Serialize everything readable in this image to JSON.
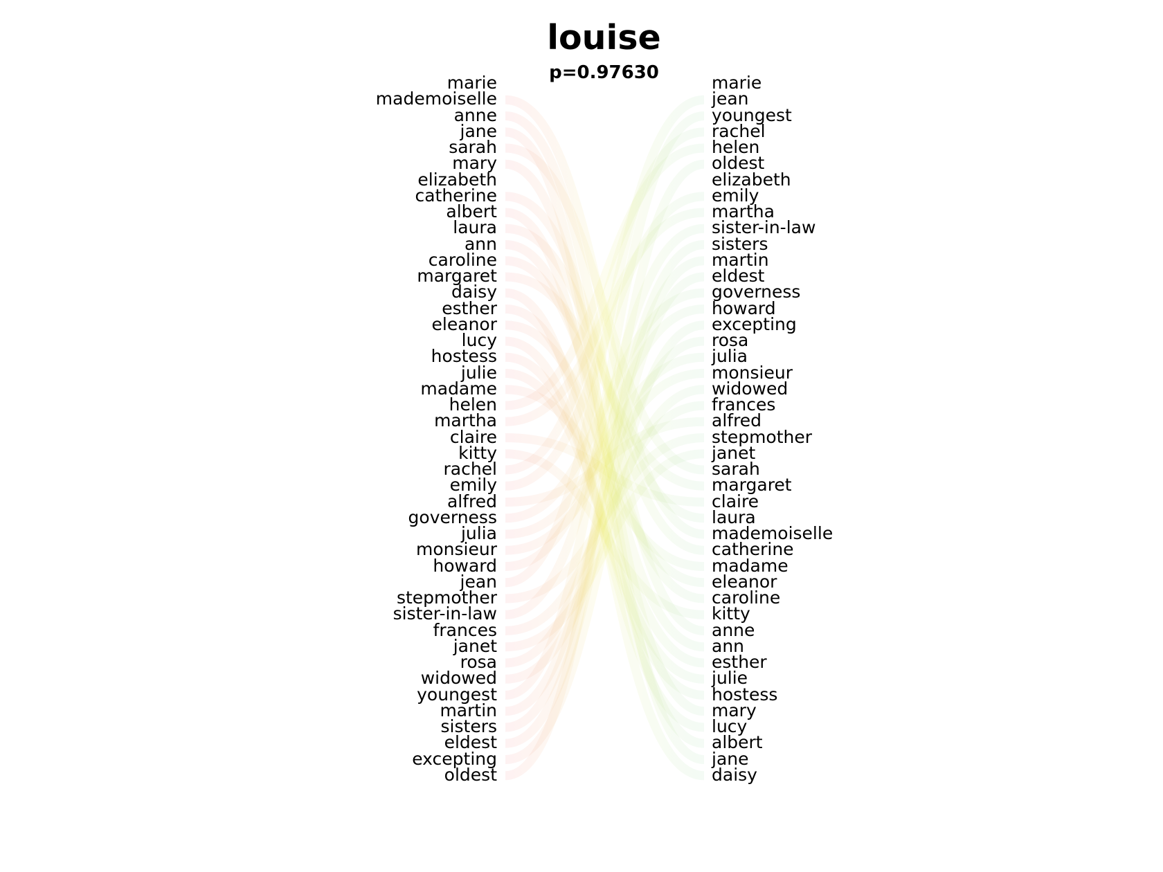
{
  "title": "louise",
  "subtitle": "p=0.97630",
  "colors": {
    "left_link": "#f26a6a",
    "right_link": "#7fcf8f",
    "center_link": "#e8e85a"
  },
  "left_list": [
    "marie",
    "mademoiselle",
    "anne",
    "jane",
    "sarah",
    "mary",
    "elizabeth",
    "catherine",
    "albert",
    "laura",
    "ann",
    "caroline",
    "margaret",
    "daisy",
    "esther",
    "eleanor",
    "lucy",
    "hostess",
    "julie",
    "madame",
    "helen",
    "martha",
    "claire",
    "kitty",
    "rachel",
    "emily",
    "alfred",
    "governess",
    "julia",
    "monsieur",
    "howard",
    "jean",
    "stepmother",
    "sister-in-law",
    "frances",
    "janet",
    "rosa",
    "widowed",
    "youngest",
    "martin",
    "sisters",
    "eldest",
    "excepting",
    "oldest"
  ],
  "right_list": [
    "marie",
    "jean",
    "youngest",
    "rachel",
    "helen",
    "oldest",
    "elizabeth",
    "emily",
    "martha",
    "sister-in-law",
    "sisters",
    "martin",
    "eldest",
    "governess",
    "howard",
    "excepting",
    "rosa",
    "julia",
    "monsieur",
    "widowed",
    "frances",
    "alfred",
    "stepmother",
    "janet",
    "sarah",
    "margaret",
    "claire",
    "laura",
    "mademoiselle",
    "catherine",
    "madame",
    "eleanor",
    "caroline",
    "kitty",
    "anne",
    "ann",
    "esther",
    "julie",
    "hostess",
    "mary",
    "lucy",
    "albert",
    "jane",
    "daisy"
  ]
}
